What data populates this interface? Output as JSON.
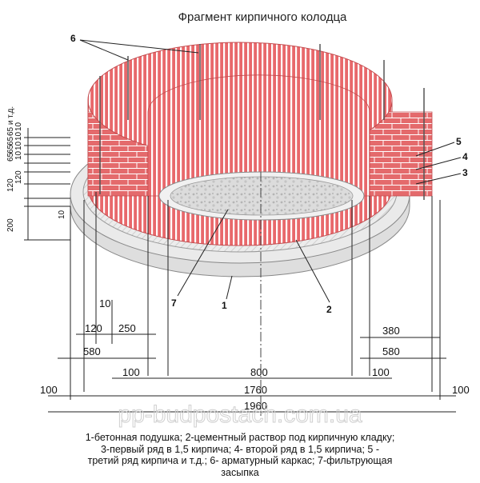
{
  "title": "Фрагмент кирпичного колодца",
  "watermark": "pp-budpostach.com.ua",
  "callouts": [
    "6",
    "5",
    "4",
    "3",
    "7",
    "1",
    "2"
  ],
  "vertical_dims": [
    "65 и т.д.",
    "65",
    "65",
    "65",
    "10",
    "10",
    "10",
    "10",
    "120",
    "120",
    "200",
    "10"
  ],
  "horizontal_dims": {
    "d10": "10",
    "d120": "120",
    "d250": "250",
    "d580_left": "580",
    "d380": "380",
    "d580_right": "580",
    "d100_left": "100",
    "d800": "800",
    "d100_right": "100",
    "d100_outer_left": "100",
    "d1760": "1760",
    "d100_outer_right": "100",
    "d1960": "1960"
  },
  "legend_lines": [
    "1-бетонная подушка; 2-цементный раствор под кирпичную кладку;",
    "3-первый ряд в 1,5 кирпича; 4- второй ряд в 1,5 кирпича; 5 -",
    "третий ряд кирпича и т.д.; 6- арматурный каркас; 7-фильтрующая",
    "засыпка"
  ],
  "colors": {
    "brick": "#e8686b",
    "brick_stripe": "#ffffff",
    "concrete": "#e2e2e2",
    "filter": "#d9d9d9"
  }
}
